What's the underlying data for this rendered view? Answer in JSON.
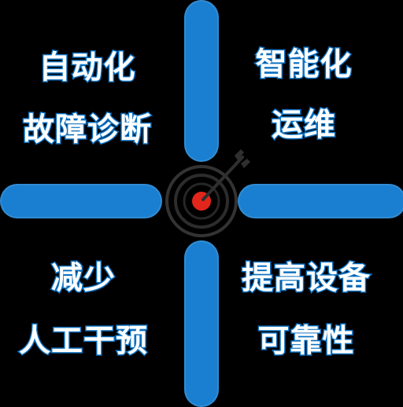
{
  "colors": {
    "background": "#000000",
    "bar": "#1a7fd0",
    "text": "#ffffff",
    "text_outline": "#0b6fbf",
    "target_ring": "#3a3a3a",
    "target_center": "#e3261b"
  },
  "icons": {
    "center": "target-with-arrow-icon"
  },
  "quadrants": {
    "top_left": {
      "line1": "自动化",
      "line2": "故障诊断"
    },
    "top_right": {
      "line1": "智能化",
      "line2": "运维"
    },
    "bottom_left": {
      "line1": "减少",
      "line2": "人工干预"
    },
    "bottom_right": {
      "line1": "提高设备",
      "line2": "可靠性"
    }
  }
}
